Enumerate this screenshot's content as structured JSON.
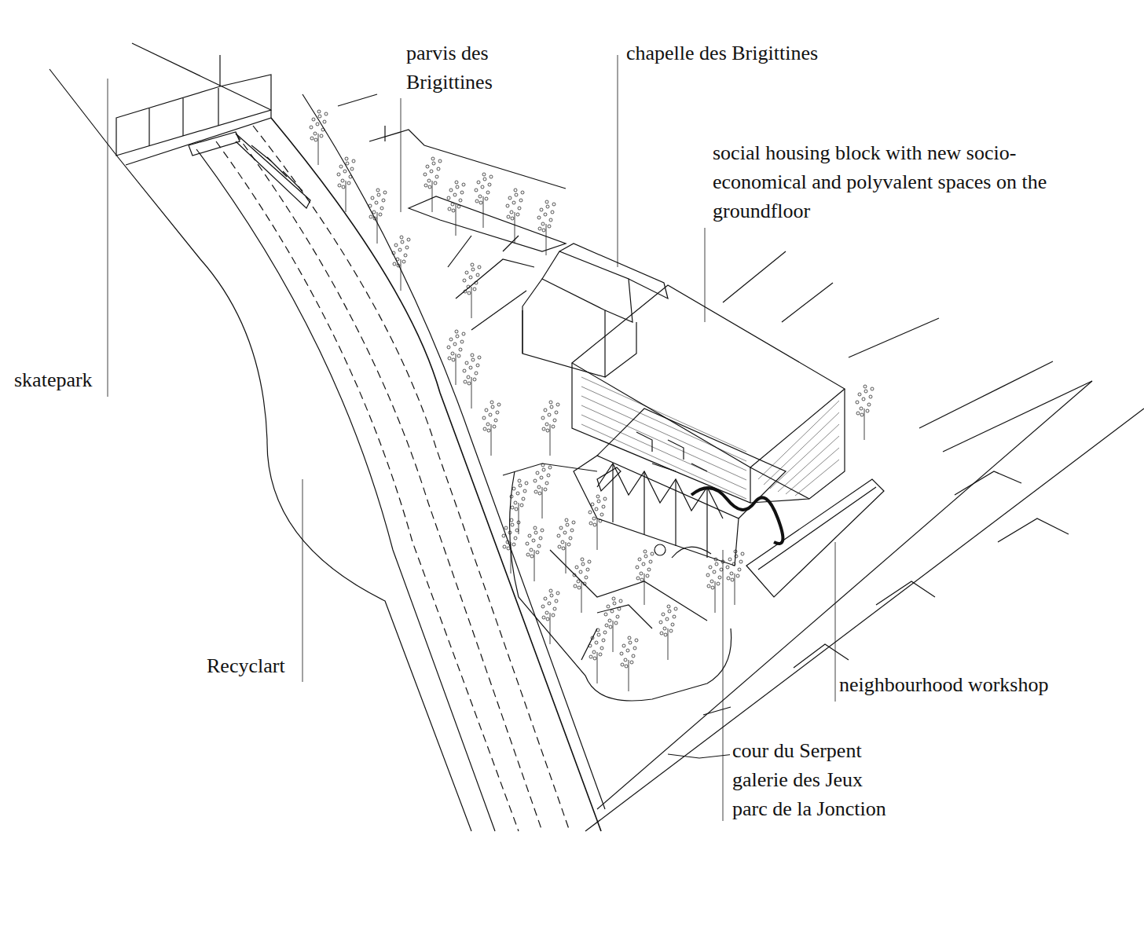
{
  "diagram": {
    "labels": [
      "parvis des Brigittines",
      "chapelle des Brigittines",
      "social housing block with new socio-economical and polyvalent spaces on the groundfloor",
      "skatepark",
      "Recyclart",
      "neighbourhood workshop",
      "cour du Serpent",
      "galerie des Jeux",
      "parc de la Jonction"
    ]
  }
}
